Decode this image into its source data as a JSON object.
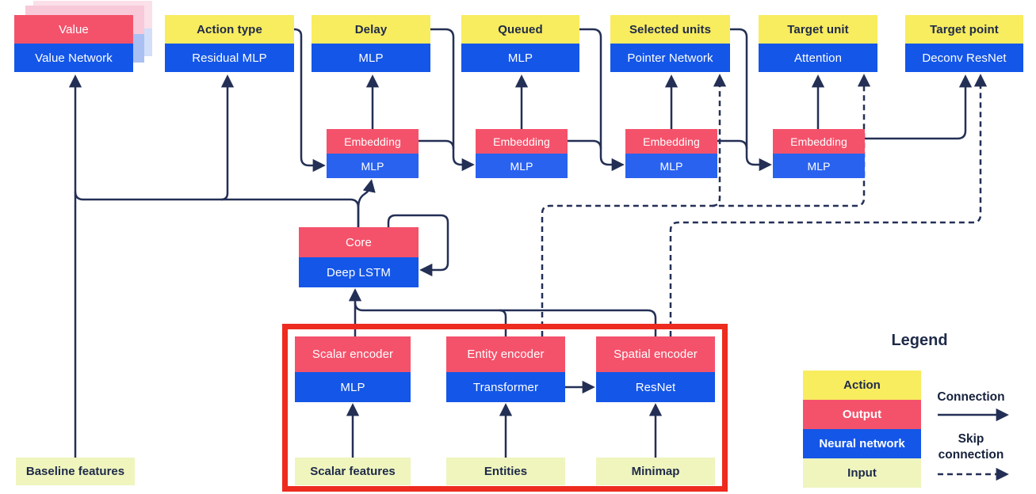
{
  "diagram": {
    "top_row": [
      {
        "top": "Value",
        "bottom": "Value Network"
      },
      {
        "top": "Action type",
        "bottom": "Residual MLP"
      },
      {
        "top": "Delay",
        "bottom": "MLP"
      },
      {
        "top": "Queued",
        "bottom": "MLP"
      },
      {
        "top": "Selected units",
        "bottom": "Pointer Network"
      },
      {
        "top": "Target unit",
        "bottom": "Attention"
      },
      {
        "top": "Target point",
        "bottom": "Deconv ResNet"
      }
    ],
    "embeddings": [
      {
        "top": "Embedding",
        "bottom": "MLP"
      },
      {
        "top": "Embedding",
        "bottom": "MLP"
      },
      {
        "top": "Embedding",
        "bottom": "MLP"
      },
      {
        "top": "Embedding",
        "bottom": "MLP"
      }
    ],
    "core": {
      "top": "Core",
      "bottom": "Deep LSTM"
    },
    "encoders": [
      {
        "top": "Scalar encoder",
        "bottom": "MLP"
      },
      {
        "top": "Entity encoder",
        "bottom": "Transformer"
      },
      {
        "top": "Spatial encoder",
        "bottom": "ResNet"
      }
    ],
    "inputs": {
      "baseline": "Baseline features",
      "scalar": "Scalar features",
      "entities": "Entities",
      "minimap": "Minimap"
    },
    "legend": {
      "title": "Legend",
      "items": [
        {
          "label": "Action",
          "color": "#f8ec5f"
        },
        {
          "label": "Output",
          "color": "#f4526b"
        },
        {
          "label": "Neural network",
          "color": "#1456e8"
        },
        {
          "label": "Input",
          "color": "#eff5bd"
        }
      ],
      "connection_label": "Connection",
      "skip_connection_label": "Skip connection"
    },
    "colors": {
      "action_yellow": "#f8ec5f",
      "output_pink": "#f4526b",
      "network_blue": "#1456e8",
      "input_green": "#eff5bd",
      "line_navy": "#232f55",
      "highlight_red": "#ed2b1f"
    }
  }
}
